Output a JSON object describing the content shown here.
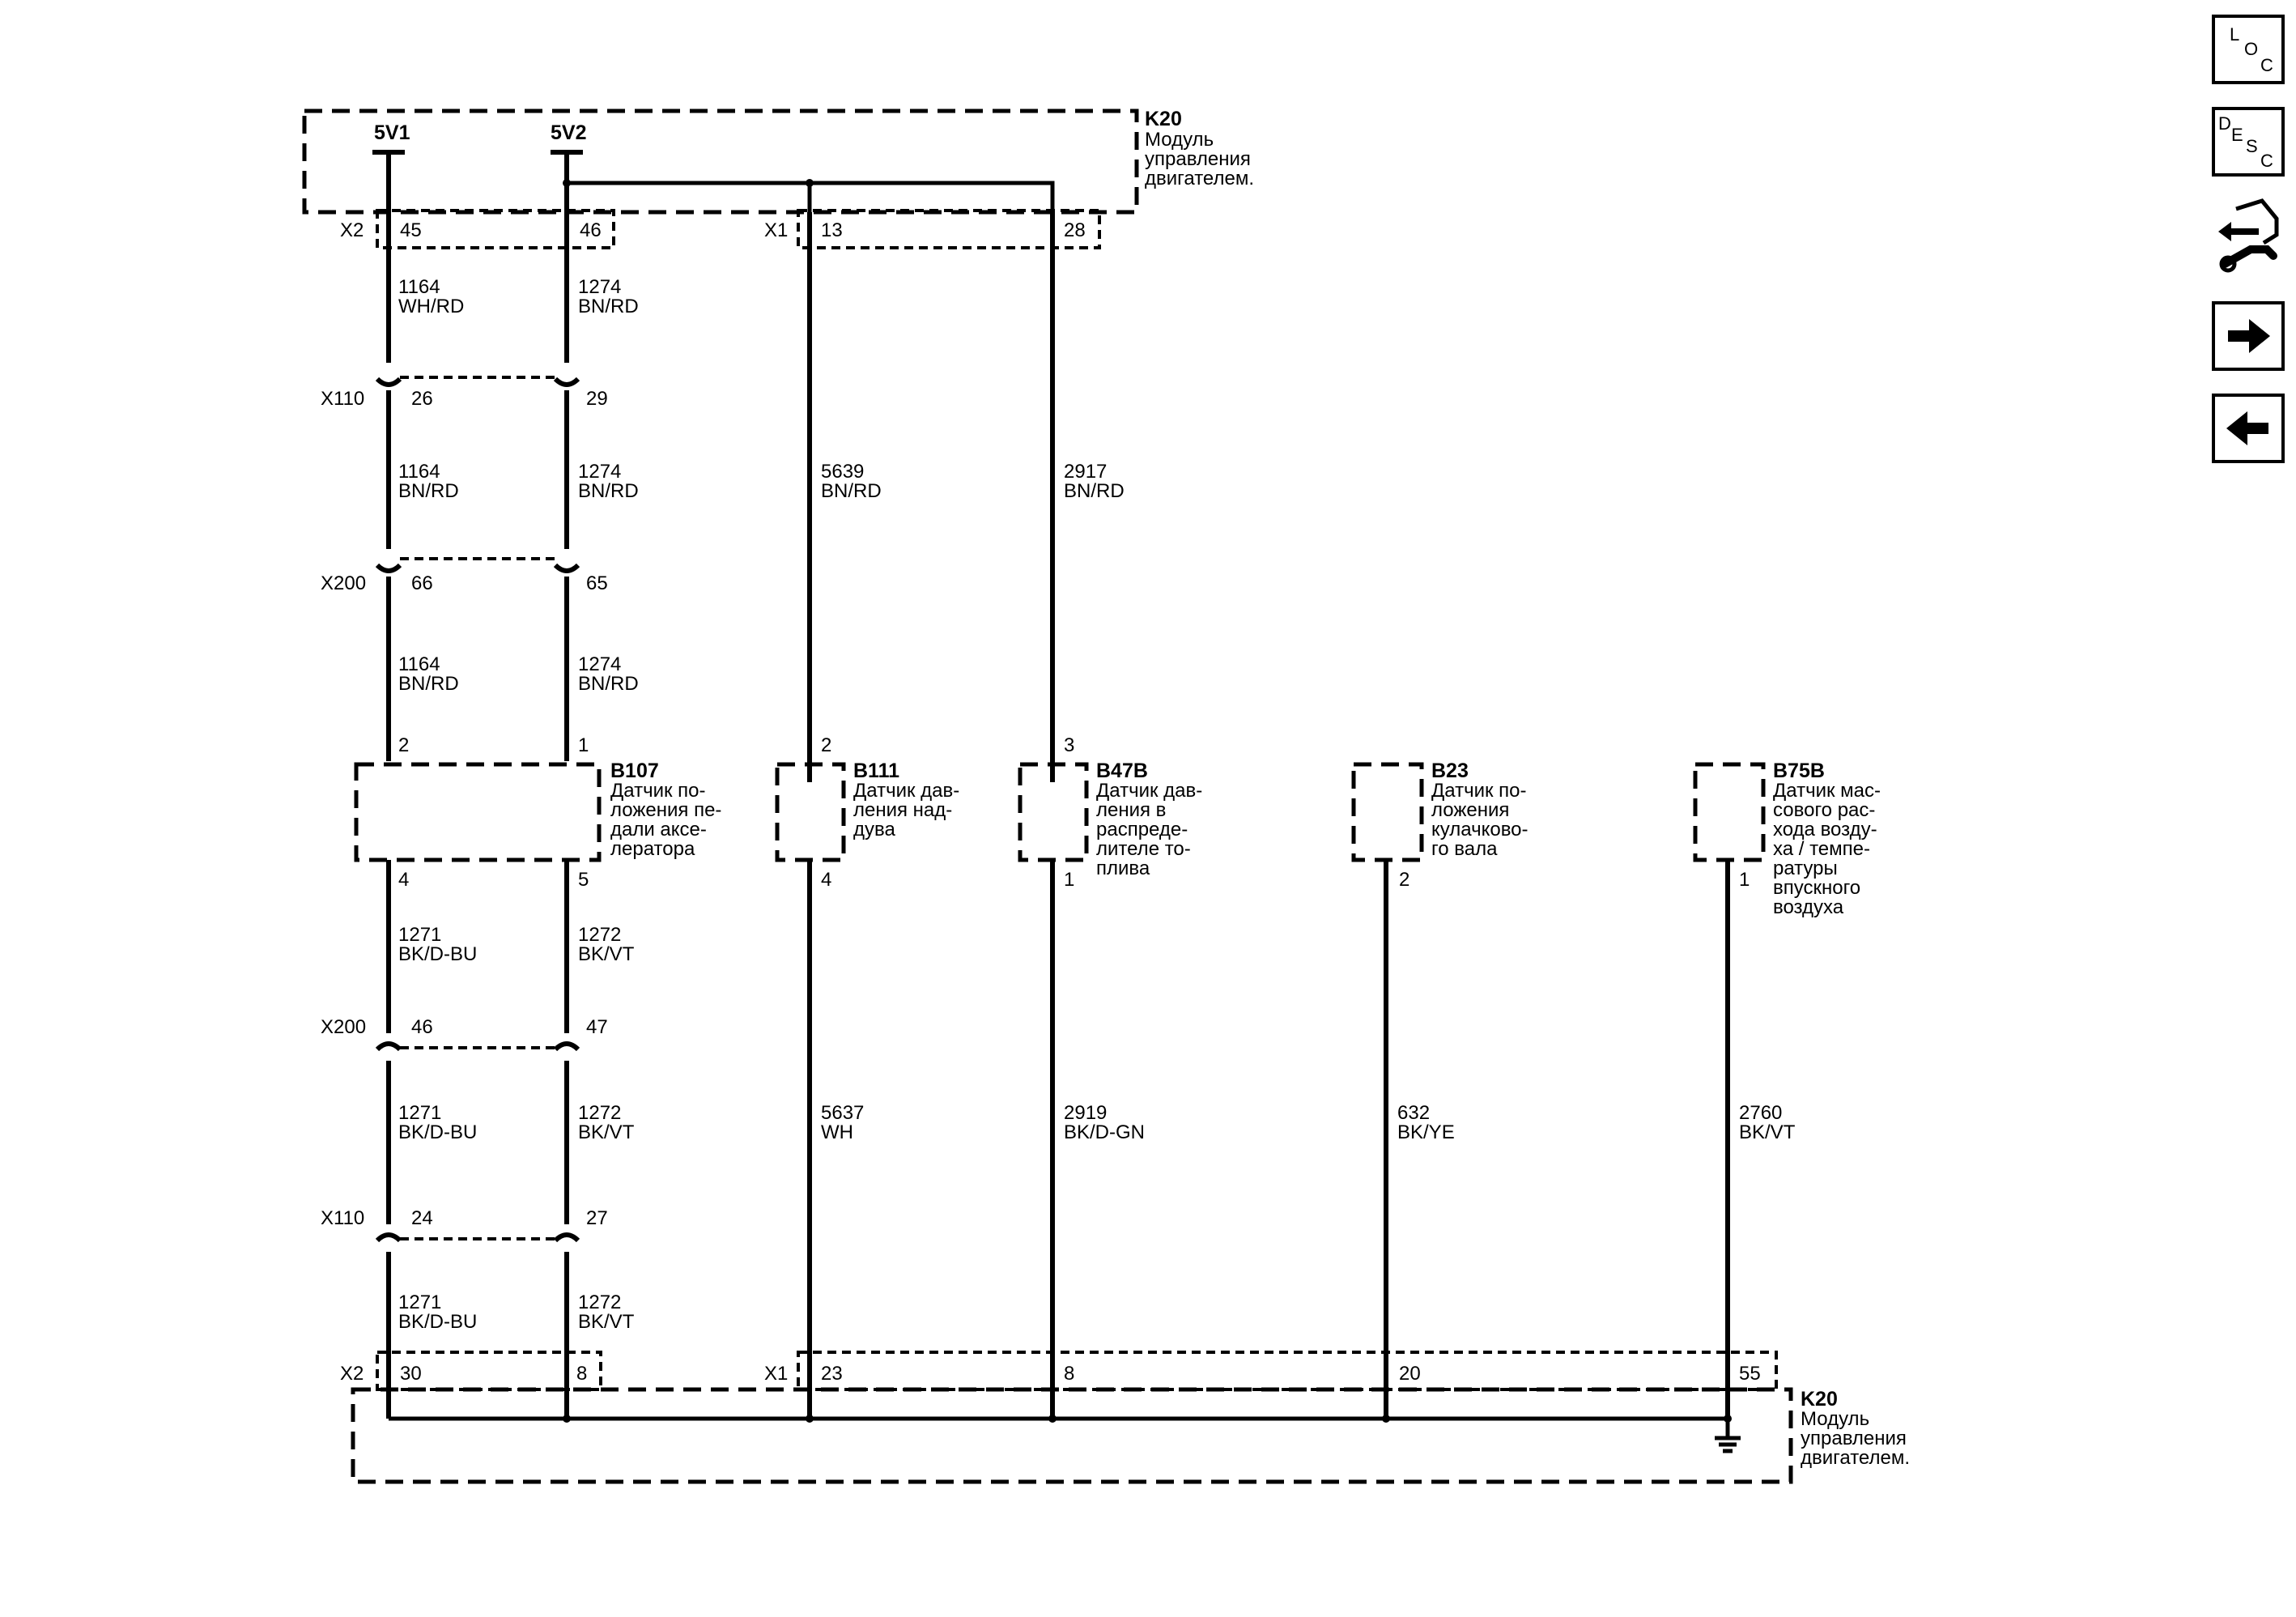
{
  "colors": {
    "ink": "#000000",
    "background": "#ffffff"
  },
  "modules": {
    "top": {
      "name": "K20",
      "desc": [
        "Модуль",
        "управления",
        "двигателем."
      ]
    },
    "bottom": {
      "name": "K20",
      "desc": [
        "Модуль",
        "управления",
        "двигателем."
      ]
    }
  },
  "supplies": {
    "v1": "5V1",
    "v2": "5V2"
  },
  "connectors": {
    "x2_top": "X2",
    "x1_top": "X1",
    "x110_upper": "X110",
    "x200_upper": "X200",
    "x200_lower": "X200",
    "x110_lower": "X110",
    "x2_bottom": "X2",
    "x1_bottom": "X1"
  },
  "top_pins": {
    "p45": "45",
    "p46": "46",
    "p13": "13",
    "p28": "28"
  },
  "inline_pins": {
    "x110_upper_a": "26",
    "x110_upper_b": "29",
    "x200_upper_a": "66",
    "x200_upper_b": "65",
    "x200_lower_a": "46",
    "x200_lower_b": "47",
    "x110_lower_a": "24",
    "x110_lower_b": "27"
  },
  "bottom_pins": {
    "p30": "30",
    "p8a": "8",
    "p23": "23",
    "p8b": "8",
    "p20": "20",
    "p55": "55"
  },
  "wires": {
    "w1164a": {
      "num": "1164",
      "color": "WH/RD"
    },
    "w1274a": {
      "num": "1274",
      "color": "BN/RD"
    },
    "w1164b": {
      "num": "1164",
      "color": "BN/RD"
    },
    "w1274b": {
      "num": "1274",
      "color": "BN/RD"
    },
    "w1164c": {
      "num": "1164",
      "color": "BN/RD"
    },
    "w1274c": {
      "num": "1274",
      "color": "BN/RD"
    },
    "w5639": {
      "num": "5639",
      "color": "BN/RD"
    },
    "w2917": {
      "num": "2917",
      "color": "BN/RD"
    },
    "w1271a": {
      "num": "1271",
      "color": "BK/D-BU"
    },
    "w1272a": {
      "num": "1272",
      "color": "BK/VT"
    },
    "w1271b": {
      "num": "1271",
      "color": "BK/D-BU"
    },
    "w1272b": {
      "num": "1272",
      "color": "BK/VT"
    },
    "w1271c": {
      "num": "1271",
      "color": "BK/D-BU"
    },
    "w1272c": {
      "num": "1272",
      "color": "BK/VT"
    },
    "w5637": {
      "num": "5637",
      "color": "WH"
    },
    "w2919": {
      "num": "2919",
      "color": "BK/D-GN"
    },
    "w632": {
      "num": "632",
      "color": "BK/YE"
    },
    "w2760": {
      "num": "2760",
      "color": "BK/VT"
    }
  },
  "components": {
    "b107": {
      "id": "B107",
      "desc": [
        "Датчик по-",
        "ложения пе-",
        "дали аксе-",
        "лератора"
      ],
      "pin_top_a": "2",
      "pin_top_b": "1",
      "pin_bot_a": "4",
      "pin_bot_b": "5"
    },
    "b111": {
      "id": "B111",
      "desc": [
        "Датчик дав-",
        "ления над-",
        "дува"
      ],
      "pin_top": "2",
      "pin_bot": "4"
    },
    "b47b": {
      "id": "B47B",
      "desc": [
        "Датчик дав-",
        "ления в",
        "распреде-",
        "лителе то-",
        "плива"
      ],
      "pin_top": "3",
      "pin_bot": "1"
    },
    "b23": {
      "id": "B23",
      "desc": [
        "Датчик по-",
        "ложения",
        "кулачково-",
        "го вала"
      ],
      "pin_bot": "2"
    },
    "b75b": {
      "id": "B75B",
      "desc": [
        "Датчик мас-",
        "сового рас-",
        "хода возду-",
        "ха / темпе-",
        "ратуры",
        "впускного",
        "воздуха"
      ],
      "pin_bot": "1"
    }
  },
  "toolbar": {
    "loc": {
      "l1": "L",
      "l2": "O",
      "l3": "C",
      "icon": "location-icon"
    },
    "desc": {
      "l1": "D",
      "l2": "E",
      "l3": "S",
      "l4": "C",
      "icon": "description-icon"
    },
    "tools": {
      "icon": "wrench-arrows-icon"
    },
    "next": {
      "icon": "arrow-right-icon"
    },
    "prev": {
      "icon": "arrow-left-icon"
    }
  }
}
